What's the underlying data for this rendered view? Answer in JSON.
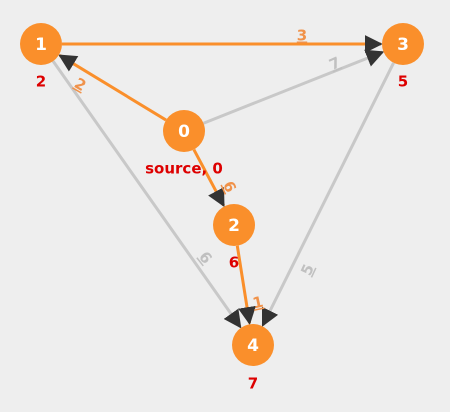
{
  "colors": {
    "background": "#eeeeee",
    "node_fill": "#fa8f2b",
    "node_text": "#ffffff",
    "tree_edge": "#fa8f2b",
    "other_edge": "#c8c8c8",
    "arrow_head": "#333333",
    "distance_text": "#dd0000",
    "tree_weight_text": "#f0924a",
    "other_weight_text": "#c0c0c0"
  },
  "nodes": [
    {
      "id": "0",
      "label": "0",
      "distance": "source, 0"
    },
    {
      "id": "1",
      "label": "1",
      "distance": "2"
    },
    {
      "id": "2",
      "label": "2",
      "distance": "6"
    },
    {
      "id": "3",
      "label": "3",
      "distance": "5"
    },
    {
      "id": "4",
      "label": "4",
      "distance": "7"
    }
  ],
  "edges": [
    {
      "from": "1",
      "to": "3",
      "weight": "3",
      "tree": true
    },
    {
      "from": "0",
      "to": "1",
      "weight": "2",
      "tree": true
    },
    {
      "from": "0",
      "to": "3",
      "weight": "7",
      "tree": false
    },
    {
      "from": "0",
      "to": "2",
      "weight": "6",
      "tree": true
    },
    {
      "from": "1",
      "to": "4",
      "weight": "6",
      "tree": false
    },
    {
      "from": "2",
      "to": "4",
      "weight": "1",
      "tree": true
    },
    {
      "from": "3",
      "to": "4",
      "weight": "5",
      "tree": false
    }
  ]
}
